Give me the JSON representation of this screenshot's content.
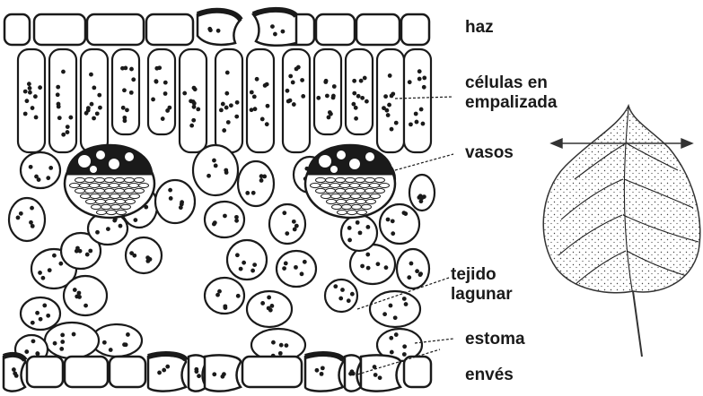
{
  "labels": {
    "haz": "haz",
    "palisade_line1": "células en",
    "palisade_line2": "empalizada",
    "vasos": "vasos",
    "spongy_line1": "tejido",
    "spongy_line2": "lagunar",
    "estoma": "estoma",
    "enves": "envés"
  },
  "colors": {
    "ink": "#1a1a1a",
    "paper": "#ffffff",
    "leaf_stipple": "#555555"
  },
  "icons": {
    "leaf": "leaf-illustration",
    "section_arrow": "double-arrow"
  }
}
